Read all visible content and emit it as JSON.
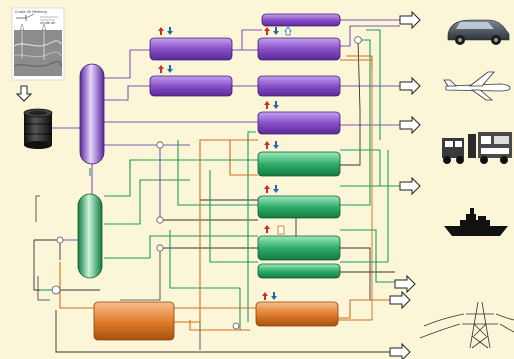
{
  "diagram": {
    "inset_labels": {
      "title": "Crude Oil Refining",
      "caption": "crude oil"
    },
    "colors": {
      "background": "#fcf6d8",
      "purple_unit": "#8a4fc8",
      "green_unit": "#2fae6a",
      "orange_unit": "#e07f2e",
      "line_purple": "#7e57b8",
      "line_green": "#1f9b5b",
      "line_orange": "#cf6d1f",
      "line_dark": "#333333",
      "heat_in_arrow": "#d42b2b",
      "heat_out_arrow": "#2466b3"
    },
    "product_icons": [
      {
        "icon": "car-icon",
        "meaning": "car"
      },
      {
        "icon": "airplane-icon",
        "meaning": "airplane"
      },
      {
        "icon": "truck-icon",
        "meaning": "trucks"
      },
      {
        "icon": "ship-icon",
        "meaning": "ship"
      },
      {
        "icon": "power-tower-icon",
        "meaning": "power transmission tower"
      }
    ]
  }
}
